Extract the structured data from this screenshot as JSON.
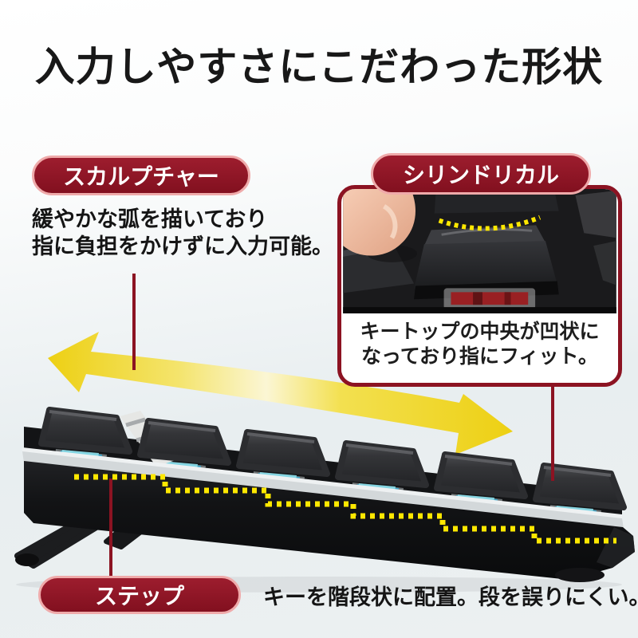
{
  "title": "入力しやすさにこだわった形状",
  "sections": {
    "sculpture": {
      "label": "スカルプチャー",
      "description_lines": [
        "緩やかな弧を描いており",
        "指に負担をかけずに入力可能。"
      ]
    },
    "cylindrical": {
      "label": "シリンドリカル",
      "caption_lines": [
        "キートップの中央が凹状に",
        "なっており指にフィット。"
      ]
    },
    "step": {
      "label": "ステップ",
      "description": "キーを階段状に配置。段を誤りにくい。"
    }
  },
  "graphics": {
    "arc_arrow": "yellow double-headed sculpture-curve arrow",
    "step_line": "yellow dotted staircase line on keyboard side",
    "concave_arc": "yellow dotted concave arc over keytop"
  },
  "colors": {
    "badge_fill": "#8c1322",
    "badge_border": "#efaaaa",
    "leader_line": "#8c1322",
    "arrow_yellow": "#eed012",
    "dotted_yellow": "#ffe800",
    "background_top": "#ffffff",
    "background_bottom": "#ecf0f1",
    "text": "#1a1a1a"
  }
}
